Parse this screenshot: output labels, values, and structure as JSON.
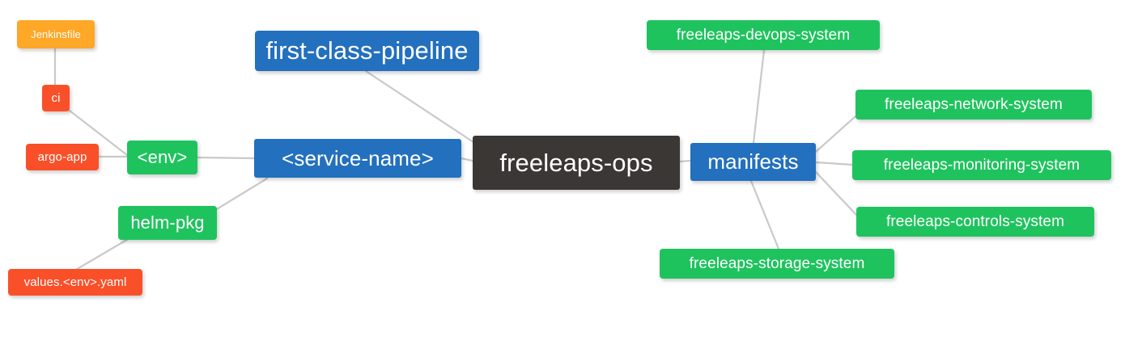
{
  "diagram": {
    "type": "mind-map",
    "title": "freeleaps-ops",
    "background_color": "#ffffff",
    "edge_color": "#c9c9c9",
    "palette": {
      "root": "#3b3735",
      "blue": "#2370be",
      "green": "#1fc35e",
      "orange": "#ffa726",
      "red": "#f9502a",
      "text": "#ffffff"
    },
    "nodes": [
      {
        "id": "jenkinsfile",
        "label": "Jenkinsfile",
        "color": "orange",
        "size": "xxs"
      },
      {
        "id": "ci",
        "label": "ci",
        "color": "red",
        "size": "xs"
      },
      {
        "id": "argo-app",
        "label": "argo-app",
        "color": "red",
        "size": "xs"
      },
      {
        "id": "env",
        "label": "<env>",
        "color": "green",
        "size": "md"
      },
      {
        "id": "first-class-pipeline",
        "label": "first-class-pipeline",
        "color": "blue",
        "size": "xl"
      },
      {
        "id": "service-name",
        "label": "<service-name>",
        "color": "blue",
        "size": "lg"
      },
      {
        "id": "helm-pkg",
        "label": "helm-pkg",
        "color": "green",
        "size": "md"
      },
      {
        "id": "values-yaml",
        "label": "values.<env>.yaml",
        "color": "red",
        "size": "xs"
      },
      {
        "id": "freeleaps-ops",
        "label": "freeleaps-ops",
        "color": "root",
        "size": "xl"
      },
      {
        "id": "manifests",
        "label": "manifests",
        "color": "blue",
        "size": "lg"
      },
      {
        "id": "devops-system",
        "label": "freeleaps-devops-system",
        "color": "green",
        "size": "sm"
      },
      {
        "id": "network-system",
        "label": "freeleaps-network-system",
        "color": "green",
        "size": "sm"
      },
      {
        "id": "monitoring-system",
        "label": "freeleaps-monitoring-system",
        "color": "green",
        "size": "sm"
      },
      {
        "id": "controls-system",
        "label": "freeleaps-controls-system",
        "color": "green",
        "size": "sm"
      },
      {
        "id": "storage-system",
        "label": "freeleaps-storage-system",
        "color": "green",
        "size": "sm"
      }
    ],
    "edges": [
      {
        "from": "jenkinsfile",
        "to": "ci"
      },
      {
        "from": "ci",
        "to": "env"
      },
      {
        "from": "argo-app",
        "to": "env"
      },
      {
        "from": "env",
        "to": "service-name"
      },
      {
        "from": "first-class-pipeline",
        "to": "freeleaps-ops"
      },
      {
        "from": "service-name",
        "to": "freeleaps-ops"
      },
      {
        "from": "service-name",
        "to": "helm-pkg"
      },
      {
        "from": "helm-pkg",
        "to": "values-yaml"
      },
      {
        "from": "freeleaps-ops",
        "to": "manifests"
      },
      {
        "from": "manifests",
        "to": "devops-system"
      },
      {
        "from": "manifests",
        "to": "network-system"
      },
      {
        "from": "manifests",
        "to": "monitoring-system"
      },
      {
        "from": "manifests",
        "to": "controls-system"
      },
      {
        "from": "manifests",
        "to": "storage-system"
      }
    ]
  }
}
